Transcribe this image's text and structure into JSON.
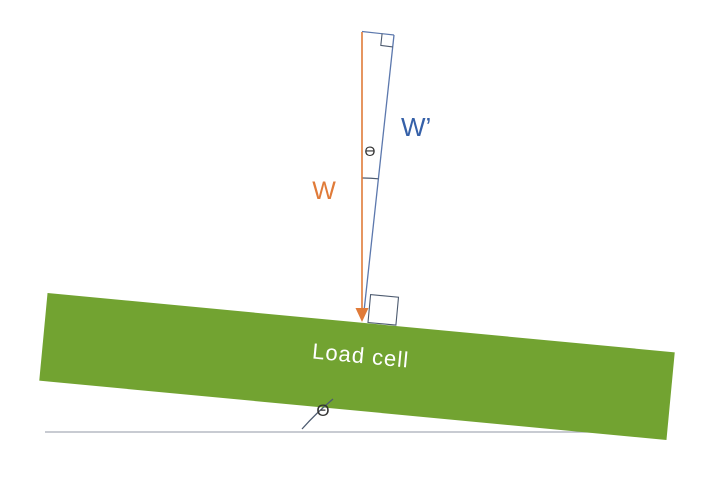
{
  "diagram": {
    "labels": {
      "w": "W",
      "w_prime": "W’",
      "load_cell": "Load cell",
      "theta_top": "ϴ",
      "theta_bottom": "Θ"
    },
    "colors": {
      "green": "#72A331",
      "orange": "#E07B39",
      "blue_line": "#5C78AD",
      "blue_label": "#3560A8",
      "ground": "#A6ACB8",
      "marker": "#4D5B70",
      "theta_text": "#333333",
      "load_cell_text": "#FFFFFF"
    }
  }
}
